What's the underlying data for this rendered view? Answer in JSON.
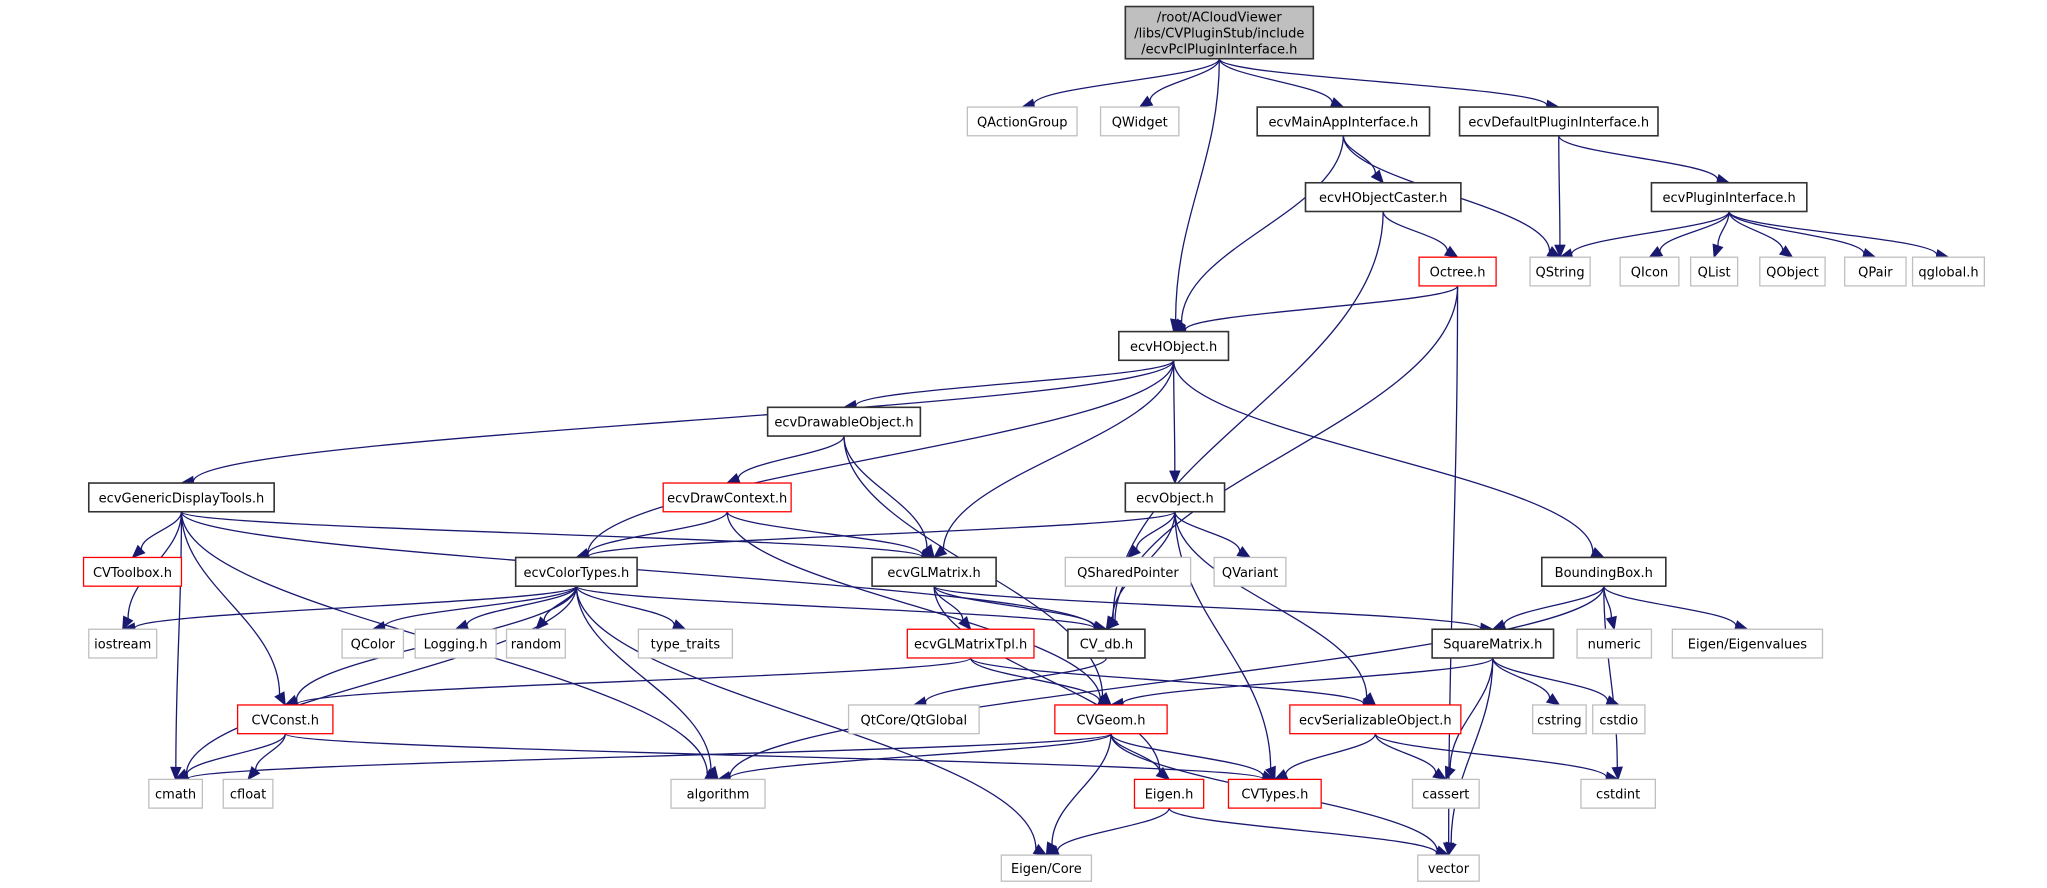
{
  "title": "Include dependency graph for ecvPclPluginInterface.h",
  "legend": {
    "root_fill": "#bfbfbf",
    "local_header_border": "#333333",
    "incomplete_header_border": "#ff0000",
    "system_header_border": "#bfbfbf",
    "edge_color": "#191970"
  },
  "nodes": [
    {
      "id": "root",
      "label": [
        "/root/ACloudViewer",
        "/libs/CVPluginStub/include",
        "/ecvPclPluginInterface.h"
      ],
      "kind": "root"
    },
    {
      "id": "QActionGroup",
      "label": [
        "QActionGroup"
      ],
      "kind": "sys"
    },
    {
      "id": "QWidget",
      "label": [
        "QWidget"
      ],
      "kind": "sys"
    },
    {
      "id": "ecvMainAppInterface",
      "label": [
        "ecvMainAppInterface.h"
      ],
      "kind": "local"
    },
    {
      "id": "ecvDefaultPluginInterface",
      "label": [
        "ecvDefaultPluginInterface.h"
      ],
      "kind": "local"
    },
    {
      "id": "ecvHObjectCaster",
      "label": [
        "ecvHObjectCaster.h"
      ],
      "kind": "local"
    },
    {
      "id": "ecvPluginInterface",
      "label": [
        "ecvPluginInterface.h"
      ],
      "kind": "local"
    },
    {
      "id": "Octree",
      "label": [
        "Octree.h"
      ],
      "kind": "red"
    },
    {
      "id": "QString",
      "label": [
        "QString"
      ],
      "kind": "sys"
    },
    {
      "id": "QIcon",
      "label": [
        "QIcon"
      ],
      "kind": "sys"
    },
    {
      "id": "QList",
      "label": [
        "QList"
      ],
      "kind": "sys"
    },
    {
      "id": "QObject",
      "label": [
        "QObject"
      ],
      "kind": "sys"
    },
    {
      "id": "QPair",
      "label": [
        "QPair"
      ],
      "kind": "sys"
    },
    {
      "id": "qglobal",
      "label": [
        "qglobal.h"
      ],
      "kind": "sys"
    },
    {
      "id": "ecvHObject",
      "label": [
        "ecvHObject.h"
      ],
      "kind": "local"
    },
    {
      "id": "ecvDrawableObject",
      "label": [
        "ecvDrawableObject.h"
      ],
      "kind": "local"
    },
    {
      "id": "ecvGenericDisplayTools",
      "label": [
        "ecvGenericDisplayTools.h"
      ],
      "kind": "local"
    },
    {
      "id": "ecvDrawContext",
      "label": [
        "ecvDrawContext.h"
      ],
      "kind": "red"
    },
    {
      "id": "ecvObject",
      "label": [
        "ecvObject.h"
      ],
      "kind": "local"
    },
    {
      "id": "CVToolbox",
      "label": [
        "CVToolbox.h"
      ],
      "kind": "red"
    },
    {
      "id": "ecvColorTypes",
      "label": [
        "ecvColorTypes.h"
      ],
      "kind": "local"
    },
    {
      "id": "ecvGLMatrix",
      "label": [
        "ecvGLMatrix.h"
      ],
      "kind": "local"
    },
    {
      "id": "QSharedPointer",
      "label": [
        "QSharedPointer"
      ],
      "kind": "sys"
    },
    {
      "id": "QVariant",
      "label": [
        "QVariant"
      ],
      "kind": "sys"
    },
    {
      "id": "BoundingBox",
      "label": [
        "BoundingBox.h"
      ],
      "kind": "local"
    },
    {
      "id": "iostream",
      "label": [
        "iostream"
      ],
      "kind": "sys"
    },
    {
      "id": "QColor",
      "label": [
        "QColor"
      ],
      "kind": "sys"
    },
    {
      "id": "Logging",
      "label": [
        "Logging.h"
      ],
      "kind": "sys"
    },
    {
      "id": "random",
      "label": [
        "random"
      ],
      "kind": "sys"
    },
    {
      "id": "type_traits",
      "label": [
        "type_traits"
      ],
      "kind": "sys"
    },
    {
      "id": "ecvGLMatrixTpl",
      "label": [
        "ecvGLMatrixTpl.h"
      ],
      "kind": "red"
    },
    {
      "id": "CV_db",
      "label": [
        "CV_db.h"
      ],
      "kind": "local"
    },
    {
      "id": "SquareMatrix",
      "label": [
        "SquareMatrix.h"
      ],
      "kind": "local"
    },
    {
      "id": "numeric",
      "label": [
        "numeric"
      ],
      "kind": "sys"
    },
    {
      "id": "EigenEigenvalues",
      "label": [
        "Eigen/Eigenvalues"
      ],
      "kind": "sys"
    },
    {
      "id": "CVConst",
      "label": [
        "CVConst.h"
      ],
      "kind": "red"
    },
    {
      "id": "QtGlobal",
      "label": [
        "QtCore/QtGlobal"
      ],
      "kind": "sys"
    },
    {
      "id": "CVGeom",
      "label": [
        "CVGeom.h"
      ],
      "kind": "red"
    },
    {
      "id": "ecvSerializableObject",
      "label": [
        "ecvSerializableObject.h"
      ],
      "kind": "red"
    },
    {
      "id": "cstring",
      "label": [
        "cstring"
      ],
      "kind": "sys"
    },
    {
      "id": "cstdio",
      "label": [
        "cstdio"
      ],
      "kind": "sys"
    },
    {
      "id": "cmath",
      "label": [
        "cmath"
      ],
      "kind": "sys"
    },
    {
      "id": "cfloat",
      "label": [
        "cfloat"
      ],
      "kind": "sys"
    },
    {
      "id": "algorithm",
      "label": [
        "algorithm"
      ],
      "kind": "sys"
    },
    {
      "id": "Eigen",
      "label": [
        "Eigen.h"
      ],
      "kind": "red"
    },
    {
      "id": "CVTypes",
      "label": [
        "CVTypes.h"
      ],
      "kind": "red"
    },
    {
      "id": "cassert",
      "label": [
        "cassert"
      ],
      "kind": "sys"
    },
    {
      "id": "cstdint",
      "label": [
        "cstdint"
      ],
      "kind": "sys"
    },
    {
      "id": "EigenCore",
      "label": [
        "Eigen/Core"
      ],
      "kind": "sys"
    },
    {
      "id": "vector",
      "label": [
        "vector"
      ],
      "kind": "sys"
    }
  ],
  "edges": [
    [
      "root",
      "QActionGroup"
    ],
    [
      "root",
      "QWidget"
    ],
    [
      "root",
      "ecvHObject"
    ],
    [
      "root",
      "ecvMainAppInterface"
    ],
    [
      "root",
      "ecvDefaultPluginInterface"
    ],
    [
      "ecvMainAppInterface",
      "ecvHObject"
    ],
    [
      "ecvMainAppInterface",
      "ecvHObjectCaster"
    ],
    [
      "ecvMainAppInterface",
      "QString"
    ],
    [
      "ecvDefaultPluginInterface",
      "QString"
    ],
    [
      "ecvDefaultPluginInterface",
      "ecvPluginInterface"
    ],
    [
      "ecvHObjectCaster",
      "Octree"
    ],
    [
      "ecvHObjectCaster",
      "CV_db"
    ],
    [
      "ecvPluginInterface",
      "QString"
    ],
    [
      "ecvPluginInterface",
      "QIcon"
    ],
    [
      "ecvPluginInterface",
      "QList"
    ],
    [
      "ecvPluginInterface",
      "QObject"
    ],
    [
      "ecvPluginInterface",
      "QPair"
    ],
    [
      "ecvPluginInterface",
      "qglobal"
    ],
    [
      "Octree",
      "ecvHObject"
    ],
    [
      "Octree",
      "CV_db"
    ],
    [
      "Octree",
      "vector"
    ],
    [
      "ecvHObject",
      "ecvGenericDisplayTools"
    ],
    [
      "ecvHObject",
      "ecvDrawableObject"
    ],
    [
      "ecvHObject",
      "ecvColorTypes"
    ],
    [
      "ecvHObject",
      "ecvGLMatrix"
    ],
    [
      "ecvHObject",
      "ecvObject"
    ],
    [
      "ecvHObject",
      "BoundingBox"
    ],
    [
      "ecvDrawableObject",
      "ecvDrawContext"
    ],
    [
      "ecvDrawableObject",
      "ecvGLMatrix"
    ],
    [
      "ecvDrawableObject",
      "CVGeom"
    ],
    [
      "ecvGenericDisplayTools",
      "CVToolbox"
    ],
    [
      "ecvGenericDisplayTools",
      "iostream"
    ],
    [
      "ecvGenericDisplayTools",
      "ecvGLMatrix"
    ],
    [
      "ecvGenericDisplayTools",
      "CV_db"
    ],
    [
      "ecvGenericDisplayTools",
      "CVConst"
    ],
    [
      "ecvGenericDisplayTools",
      "cmath"
    ],
    [
      "ecvGenericDisplayTools",
      "algorithm"
    ],
    [
      "ecvDrawContext",
      "ecvColorTypes"
    ],
    [
      "ecvDrawContext",
      "ecvGLMatrix"
    ],
    [
      "ecvDrawContext",
      "CVGeom"
    ],
    [
      "ecvObject",
      "ecvColorTypes"
    ],
    [
      "ecvObject",
      "QSharedPointer"
    ],
    [
      "ecvObject",
      "QVariant"
    ],
    [
      "ecvObject",
      "CV_db"
    ],
    [
      "ecvObject",
      "ecvSerializableObject"
    ],
    [
      "ecvObject",
      "CVTypes"
    ],
    [
      "ecvColorTypes",
      "iostream"
    ],
    [
      "ecvColorTypes",
      "QColor"
    ],
    [
      "ecvColorTypes",
      "Logging"
    ],
    [
      "ecvColorTypes",
      "random"
    ],
    [
      "ecvColorTypes",
      "type_traits"
    ],
    [
      "ecvColorTypes",
      "CV_db"
    ],
    [
      "ecvColorTypes",
      "CVConst"
    ],
    [
      "ecvColorTypes",
      "cmath"
    ],
    [
      "ecvColorTypes",
      "algorithm"
    ],
    [
      "ecvColorTypes",
      "EigenCore"
    ],
    [
      "ecvGLMatrix",
      "ecvGLMatrixTpl"
    ],
    [
      "ecvGLMatrix",
      "CV_db"
    ],
    [
      "ecvGLMatrix",
      "SquareMatrix"
    ],
    [
      "ecvGLMatrix",
      "Eigen"
    ],
    [
      "BoundingBox",
      "SquareMatrix"
    ],
    [
      "BoundingBox",
      "numeric"
    ],
    [
      "BoundingBox",
      "EigenEigenvalues"
    ],
    [
      "BoundingBox",
      "algorithm"
    ],
    [
      "BoundingBox",
      "cstdint"
    ],
    [
      "ecvGLMatrixTpl",
      "CVConst"
    ],
    [
      "ecvGLMatrixTpl",
      "CVGeom"
    ],
    [
      "ecvGLMatrixTpl",
      "ecvSerializableObject"
    ],
    [
      "CV_db",
      "QtGlobal"
    ],
    [
      "SquareMatrix",
      "CVGeom"
    ],
    [
      "SquareMatrix",
      "cstring"
    ],
    [
      "SquareMatrix",
      "cstdio"
    ],
    [
      "SquareMatrix",
      "cassert"
    ],
    [
      "SquareMatrix",
      "vector"
    ],
    [
      "CVConst",
      "cmath"
    ],
    [
      "CVConst",
      "cfloat"
    ],
    [
      "CVConst",
      "CVTypes"
    ],
    [
      "CVGeom",
      "cmath"
    ],
    [
      "CVGeom",
      "algorithm"
    ],
    [
      "CVGeom",
      "Eigen"
    ],
    [
      "CVGeom",
      "CVTypes"
    ],
    [
      "CVGeom",
      "EigenCore"
    ],
    [
      "CVGeom",
      "vector"
    ],
    [
      "ecvSerializableObject",
      "CVTypes"
    ],
    [
      "ecvSerializableObject",
      "cassert"
    ],
    [
      "ecvSerializableObject",
      "cstdint"
    ],
    [
      "Eigen",
      "EigenCore"
    ],
    [
      "Eigen",
      "vector"
    ]
  ]
}
